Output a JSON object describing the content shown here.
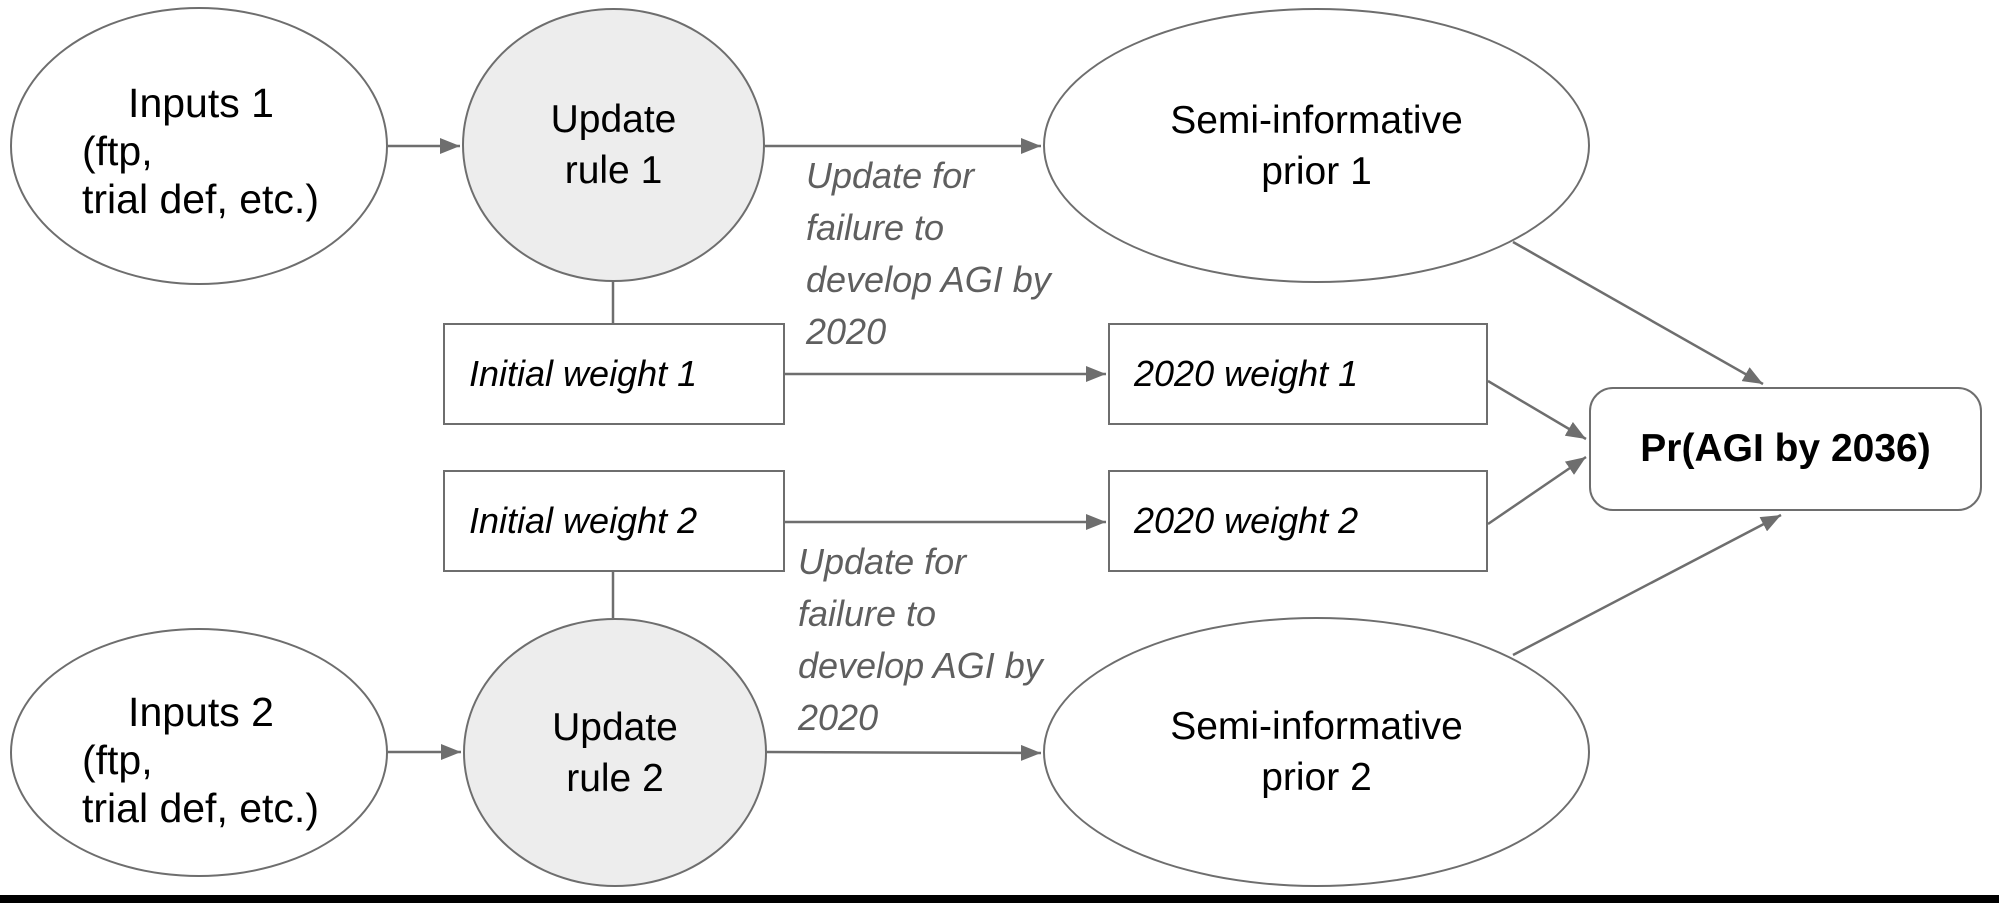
{
  "diagram": {
    "nodes": {
      "inputs1": {
        "title": "Inputs 1",
        "subtitle": "(ftp,\ntrial def, etc.)"
      },
      "inputs2": {
        "title": "Inputs 2",
        "subtitle": "(ftp,\ntrial def, etc.)"
      },
      "update_rule1": {
        "label": "Update\nrule 1"
      },
      "update_rule2": {
        "label": "Update\nrule 2"
      },
      "prior1": {
        "label": "Semi-informative\nprior 1"
      },
      "prior2": {
        "label": "Semi-informative\nprior 2"
      },
      "initial_weight1": {
        "label": "Initial weight 1"
      },
      "initial_weight2": {
        "label": "Initial weight 2"
      },
      "weight_2020_1": {
        "label": "2020 weight 1"
      },
      "weight_2020_2": {
        "label": "2020 weight 2"
      },
      "pr_agi": {
        "label": "Pr(AGI by 2036)"
      }
    },
    "annotations": {
      "update_note1": "Update for\nfailure to\ndevelop AGI by\n2020",
      "update_note2": "Update for\nfailure to\ndevelop AGI by\n2020"
    },
    "colors": {
      "stroke": "#6e6e6e",
      "circle_fill": "#ededed",
      "node_fill": "#ffffff",
      "label_text": "#000000",
      "annotation_text": "#5f5f5f",
      "bottom_bar": "#000000"
    }
  }
}
